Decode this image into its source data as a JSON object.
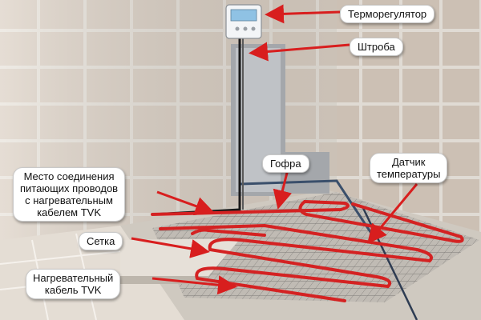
{
  "labels": {
    "thermostat": "Терморегулятор",
    "chase": "Штроба",
    "corrugated": "Гофра",
    "sensor": [
      "Датчик",
      "температуры"
    ],
    "junction": [
      "Место соединения",
      "питающих проводов",
      "с нагревательным",
      "кабелем TVK"
    ],
    "mesh": "Сетка",
    "heating_cable": [
      "Нагревательный",
      "кабель TVK"
    ]
  },
  "colors": {
    "arrow": "#d81e1e",
    "cable": "#d42222",
    "wall_tile": "#ddd2c6",
    "grout": "#f2ede6",
    "floor_tile": "#ccc6bd",
    "thermostat_screen": "#8fc2e4"
  }
}
